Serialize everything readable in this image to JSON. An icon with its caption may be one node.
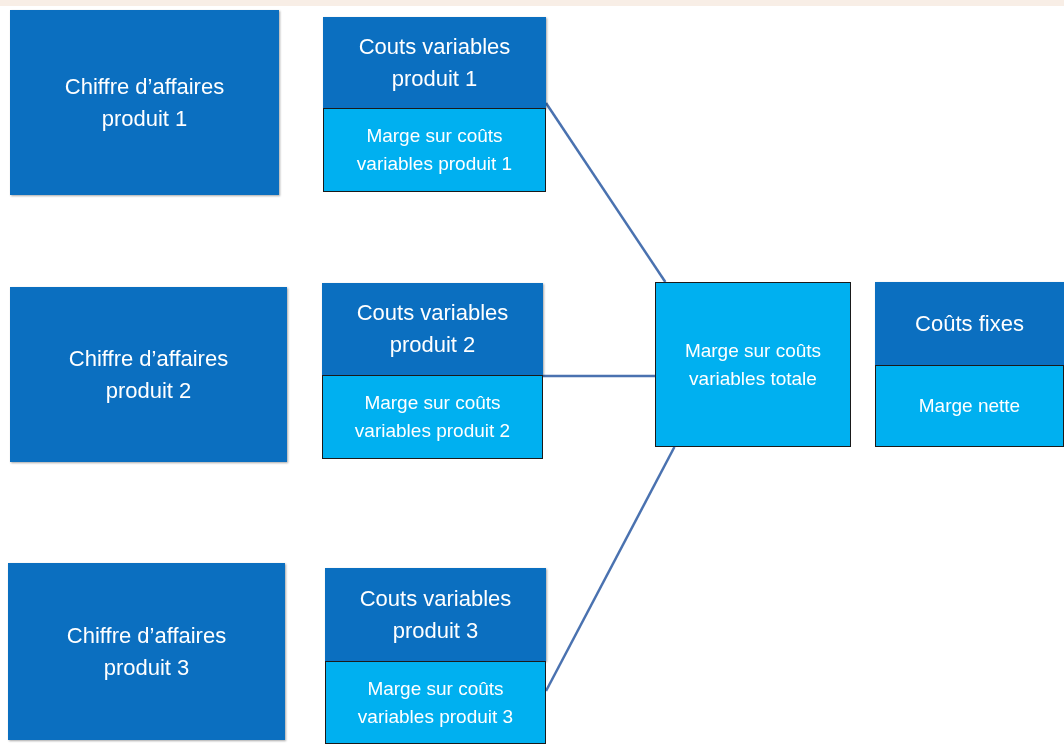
{
  "diagram": {
    "nodes": [
      {
        "text": [
          "Chiffre d’affaires produit 1"
        ]
      },
      {
        "text": [
          "Couts variables produit 1"
        ]
      },
      {
        "text": [
          "Marge sur coûts variables produit 1"
        ]
      },
      {
        "text": [
          "Chiffre d’affaires produit 2"
        ]
      },
      {
        "text": [
          "Couts variables produit 2"
        ]
      },
      {
        "text": [
          "Marge sur coûts variables produit 2"
        ]
      },
      {
        "text": [
          "Chiffre d’affaires produit 3"
        ]
      },
      {
        "text": [
          "Couts variables produit 3"
        ]
      },
      {
        "text": [
          "Marge sur coûts variables produit 3"
        ]
      },
      {
        "text": [
          "Marge sur coûts variables totale"
        ]
      },
      {
        "text": [
          "Coûts fixes"
        ]
      },
      {
        "text": [
          "Marge nette"
        ]
      }
    ],
    "edges": [
      {
        "from": 2,
        "to": 9,
        "arrow": "none"
      },
      {
        "from": 5,
        "to": 9,
        "arrow": "none"
      },
      {
        "from": 8,
        "to": 9,
        "arrow": "none"
      }
    ]
  }
}
